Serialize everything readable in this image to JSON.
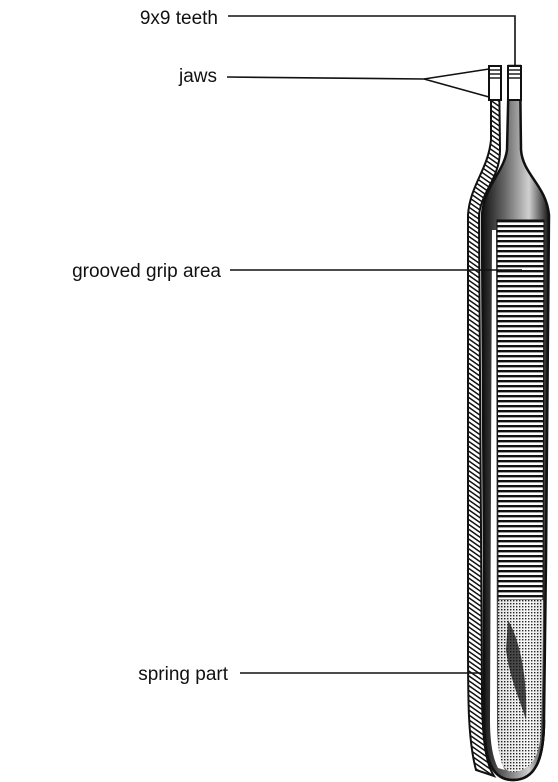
{
  "labels": {
    "teeth": "9x9 teeth",
    "jaws": "jaws",
    "grip": "grooved grip area",
    "spring": "spring part"
  },
  "colors": {
    "ink": "#111111",
    "paper": "#ffffff",
    "metal_mid": "#8a8a8a"
  }
}
